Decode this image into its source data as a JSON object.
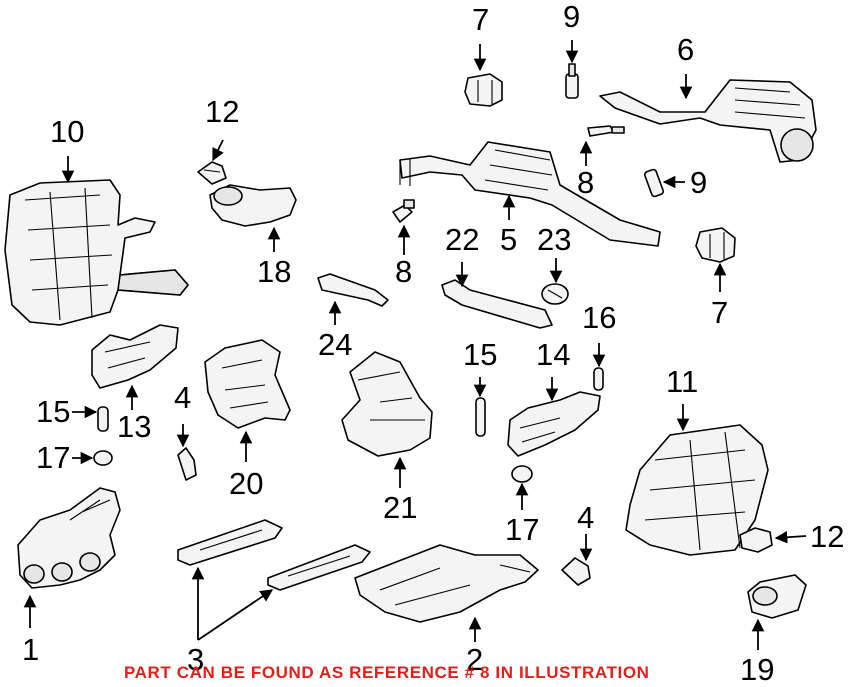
{
  "callouts": {
    "c1": "1",
    "c2": "2",
    "c3": "3",
    "c4a": "4",
    "c4b": "4",
    "c5": "5",
    "c6": "6",
    "c7a": "7",
    "c7b": "7",
    "c8a": "8",
    "c8b": "8",
    "c9a": "9",
    "c9b": "9",
    "c10": "10",
    "c11": "11",
    "c12a": "12",
    "c12b": "12",
    "c13": "13",
    "c14": "14",
    "c15a": "15",
    "c15b": "15",
    "c16": "16",
    "c17a": "17",
    "c17b": "17",
    "c18": "18",
    "c19": "19",
    "c20": "20",
    "c21": "21",
    "c22": "22",
    "c23": "23",
    "c24": "24"
  },
  "footer_note": "PART CAN BE FOUND AS REFERENCE # 8 IN ILLUSTRATION",
  "colors": {
    "note": "#e0201a",
    "line": "#000000",
    "part_fill": "#f4f4f4"
  }
}
